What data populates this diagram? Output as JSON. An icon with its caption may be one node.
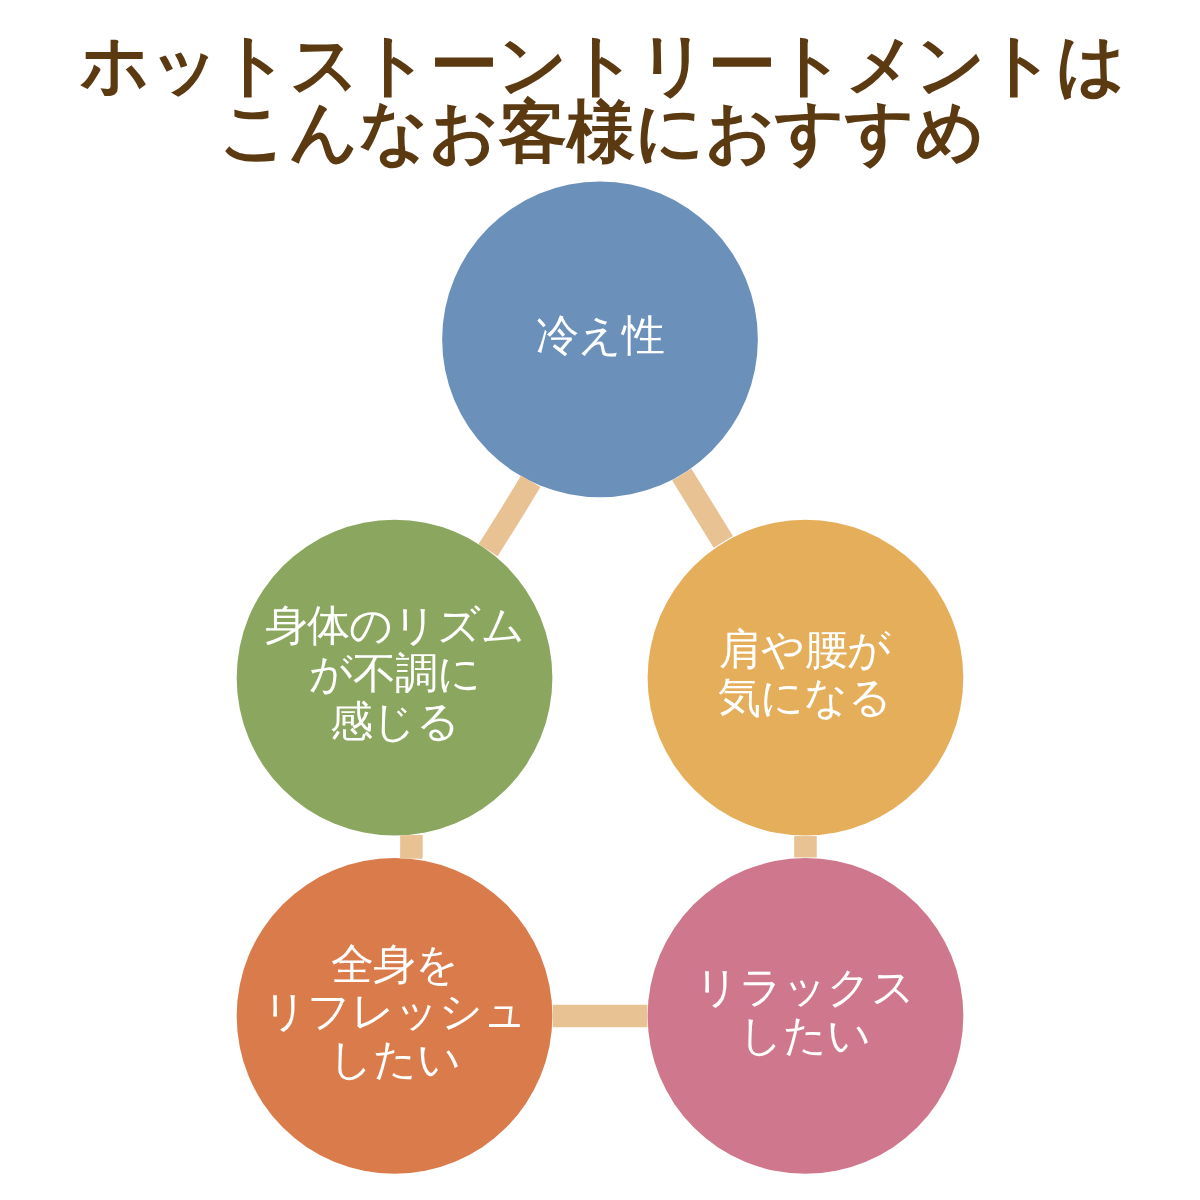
{
  "diagram": {
    "title": "ホットストーントリートメントはこんなお客様におすすめ",
    "nodes": [
      {
        "text": [
          "冷え性"
        ]
      },
      {
        "text": [
          "身体のリズムが不調に感じる"
        ]
      },
      {
        "text": [
          "肩や腰が気になる"
        ]
      },
      {
        "text": [
          "全身をリフレッシュしたい"
        ]
      },
      {
        "text": [
          "リラックスしたい"
        ]
      }
    ],
    "edges": [
      {
        "from": 0,
        "to": 2,
        "arrow": "none"
      },
      {
        "from": 2,
        "to": 4,
        "arrow": "none"
      },
      {
        "from": 4,
        "to": 3,
        "arrow": "none"
      },
      {
        "from": 3,
        "to": 1,
        "arrow": "none"
      },
      {
        "from": 1,
        "to": 0,
        "arrow": "none"
      }
    ]
  }
}
